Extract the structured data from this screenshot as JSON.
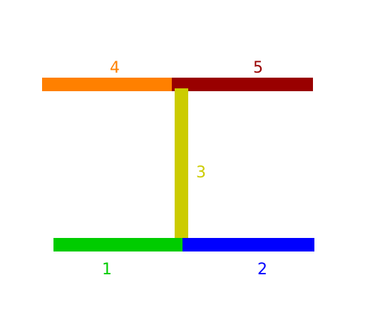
{
  "segments": {
    "s1": {
      "label": "1",
      "color": "#00cc00"
    },
    "s2": {
      "label": "2",
      "color": "#0000ff"
    },
    "s3": {
      "label": "3",
      "color": "#cccc00"
    },
    "s4": {
      "label": "4",
      "color": "#ff8000"
    },
    "s5": {
      "label": "5",
      "color": "#990000"
    }
  }
}
